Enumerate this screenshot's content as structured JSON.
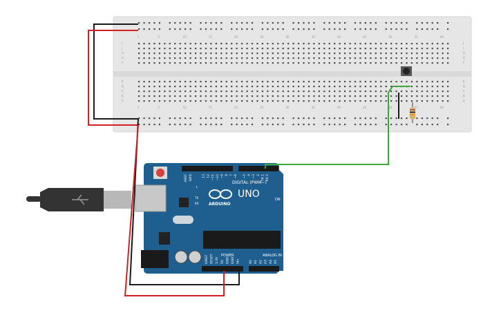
{
  "canvas": {
    "background": "#ffffff"
  },
  "breadboard": {
    "column_numbers": [
      "1",
      "5",
      "10",
      "15",
      "20",
      "25",
      "30",
      "35",
      "40",
      "45",
      "50",
      "55",
      "60"
    ],
    "row_letters_top": [
      "J",
      "I",
      "H",
      "G",
      "F"
    ],
    "row_letters_bottom": [
      "E",
      "D",
      "C",
      "B",
      "A"
    ],
    "rail_signs": {
      "minus": "-",
      "plus": "+"
    },
    "color": "#e6e6e6",
    "hole_color": "#4a4a4a"
  },
  "arduino": {
    "brand": "ARDUINO",
    "model": "UNO",
    "digital_label": "DIGITAL (PWM~)",
    "power_label": "POWER",
    "analog_label": "ANALOG IN",
    "on_label": "ON",
    "led_labels": [
      "L",
      "TX",
      "RX"
    ],
    "aref_label": "AREF",
    "gnd_label": "GND",
    "digital_pins": [
      "13",
      "12",
      "~11",
      "~10",
      "~9",
      "8",
      "7",
      "~6",
      "~5",
      "4",
      "~3",
      "2",
      "TX 1",
      "RX 0"
    ],
    "power_pins": [
      "IOREF",
      "RESET",
      "3.3V",
      "5V",
      "GND",
      "GND",
      "Vin"
    ],
    "analog_pins": [
      "A0",
      "A1",
      "A2",
      "A3",
      "A4",
      "A5"
    ],
    "board_color": "#1f5f8f",
    "accent_color": "#e0e8ee"
  },
  "usb_cable": {
    "color": "#333333"
  },
  "wires": {
    "black_color": "#1a1a1a",
    "red_color": "#d42020",
    "green_color": "#3aa83a"
  },
  "resistor": {
    "band_colors": [
      "#a0522d",
      "#111111",
      "#ff8c00",
      "#d4af37"
    ]
  }
}
